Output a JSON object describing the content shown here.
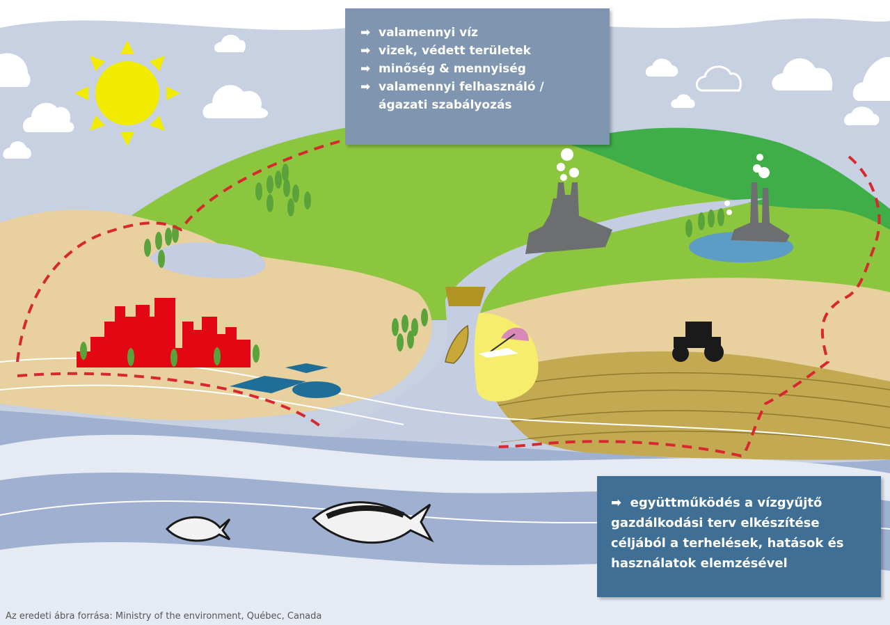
{
  "top_box": {
    "arrow": "➡",
    "items": [
      "valamennyi víz",
      "vizek, védett területek",
      "minőség & mennyiség",
      "valamennyi felhasználó /",
      "ágazati szabályozás"
    ]
  },
  "bottom_box": {
    "arrow": "➡",
    "text": "együttműködés a vízgyűjtő gazdálkodási terv elkészítése céljából a terhelések, hatások és használatok elemzésével"
  },
  "source_note": "Az eredeti ábra forrása: Ministry of the environment, Québec, Canada",
  "colors": {
    "sky": "#c7d1e2",
    "hills_light": "#8cc63f",
    "hills_dark": "#3fae49",
    "sand": "#e8d19e",
    "river": "#c5cde2",
    "city": "#e30613",
    "boundary": "#d7282f",
    "sun": "#f2ec00",
    "top_box": "#7f95b0",
    "bottom_box": "#3f6f95"
  },
  "icons": [
    "sun-icon",
    "cloud-icon",
    "tree-icon",
    "factory-icon",
    "tractor-icon",
    "fish-icon",
    "boat-icon",
    "umbrella-icon"
  ]
}
